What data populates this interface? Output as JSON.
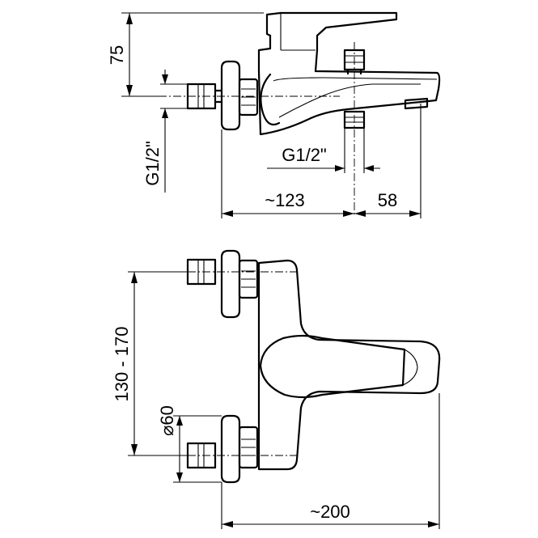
{
  "dimensions": {
    "top_height": "75",
    "inlet_thread": "G1/2\"",
    "outlet_thread": "G1/2\"",
    "depth": "~123",
    "spout_offset": "58",
    "centers": "130 - 170",
    "escutcheon": "60",
    "width": "~200"
  },
  "symbols": {
    "diameter": "⌀"
  }
}
